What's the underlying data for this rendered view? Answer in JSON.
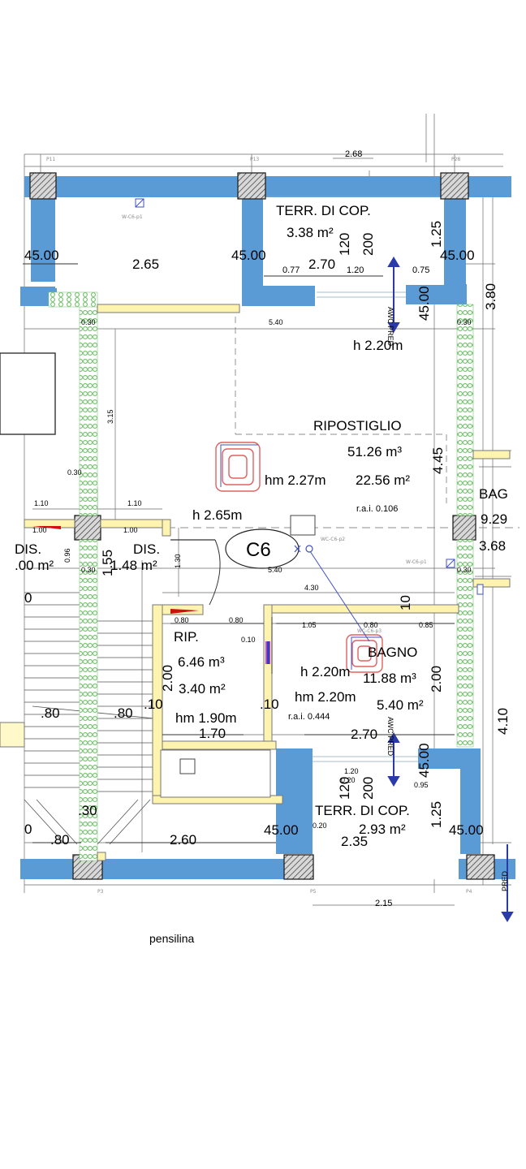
{
  "plan": {
    "rooms": {
      "terr_top": {
        "name": "TERR. DI COP.",
        "area": "3.38 m²"
      },
      "ripostiglio": {
        "name": "RIPOSTIGLIO",
        "height": "h 2.20m",
        "volume": "51.26 m³",
        "hm": "hm 2.27m",
        "area": "22.56 m²",
        "rai": "r.a.i. 0.106"
      },
      "bagno_right": {
        "name": "BAG",
        "value1": "9.29",
        "value2": "3.68"
      },
      "dis_left": {
        "name": "DIS.",
        "area": ".00 m²"
      },
      "dis": {
        "name": "DIS.",
        "area": "1.48 m²",
        "height": "h 2.65m"
      },
      "c6": {
        "name": "C6"
      },
      "rip": {
        "name": "RIP.",
        "volume": "6.46 m³",
        "area": "3.40 m²",
        "hm": "hm 1.90m"
      },
      "bagno": {
        "name": "BAGNO",
        "height": "h 2.20m",
        "volume": "11.88 m³",
        "hm": "hm 2.20m",
        "area": "5.40 m²",
        "rai": "r.a.i. 0.444"
      },
      "terr_bottom": {
        "name": "TERR. DI COP.",
        "area": "2.93 m²"
      },
      "pensilina": {
        "name": "pensilina"
      }
    },
    "dimensions": {
      "d268": "2.68",
      "d4500_tl": "45.00",
      "d265": "2.65",
      "d4500_tm": "45.00",
      "d270_top": "2.70",
      "d077": "0.77",
      "d120_top": "1.20",
      "d075": "0.75",
      "d4500_tr": "45.00",
      "d120_v_top": "120",
      "d200_v_top": "200",
      "d125_top": "1.25",
      "d4500_v_top": "45.00",
      "d380": "3.80",
      "d030_a": "0.30",
      "d540_top": "5.40",
      "d030_b": "0.30",
      "d315": "3.15",
      "d445": "4.45",
      "d030_c": "0.30",
      "d110_a": "1.10",
      "d110_b": "1.10",
      "d100_a": "1.00",
      "d100_b": "1.00",
      "d096": "0.96",
      "d155": "1.55",
      "d130": "1.30",
      "d540_mid": "5.40",
      "d030_d": "0.30",
      "d030_e": "0.30",
      "d430": "4.30",
      "d080_a": "0.80",
      "d080_b": "0.80",
      "d010_a": "0.10",
      "d105": "1.05",
      "d080_c": "0.80",
      "d085": "0.85",
      "d10_v": "10",
      "d200_rip": "2.00",
      "d200_bagno": "2.00",
      "d410": "4.10",
      "d10_a": ".10",
      "d10_b": ".10",
      "d80_a": ".80",
      "d80_b": ".80",
      "d170": "1.70",
      "d270_bot": "2.70",
      "d4500_v_bot": "45.00",
      "d120_bot": "1.20",
      "d095": "0.95",
      "d120_v_bot": "120",
      "d200_v_bot": "200",
      "d125_bot": "1.25",
      "d030_f": ".30",
      "d0_left": "0",
      "d80_c": ".80",
      "d260": "2.60",
      "d4500_bl": "45.00",
      "d020_a": "0.20",
      "d020_b": "0.20",
      "d235": "2.35",
      "d4500_br": "45.00",
      "d215": "2.15",
      "d0_mid": "0"
    },
    "tags": {
      "awc_top": "AWC PRED",
      "awc_bot": "AWC PRED",
      "pred_right": "PRED"
    },
    "colors": {
      "wall": "#5b9bd5",
      "pillar": "#3a3a3a",
      "insulation": "#7cc576",
      "door_accent": "#e8e26a",
      "warning": "#d01010",
      "heating": "#e06060",
      "pipe": "#4050c0"
    }
  }
}
